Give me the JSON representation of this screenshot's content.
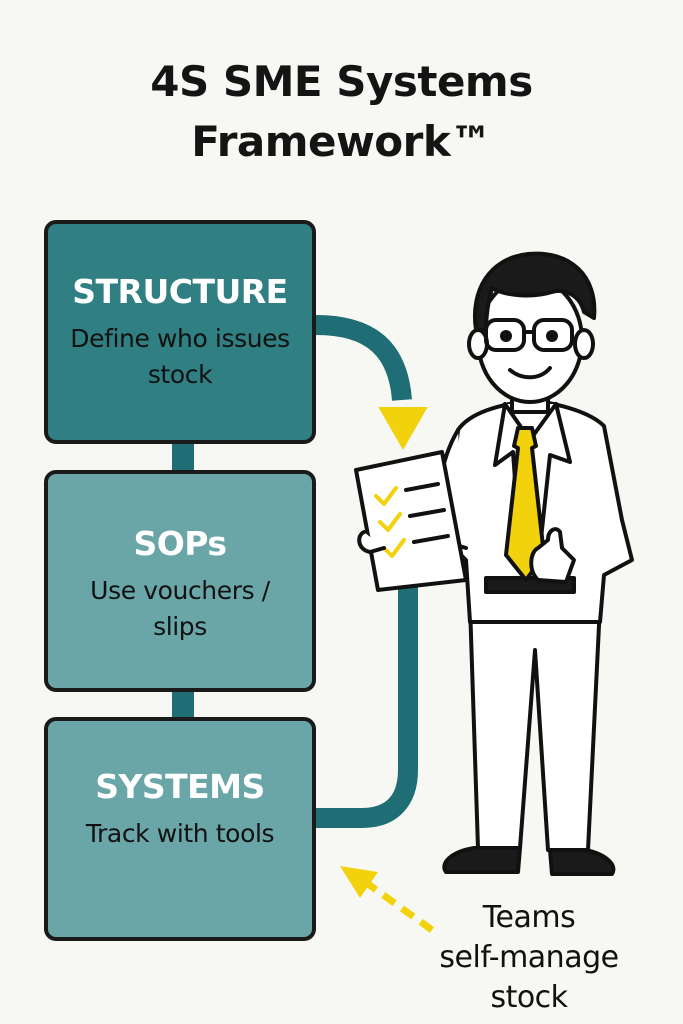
{
  "title": {
    "line1": "4S SME Systems",
    "line2": "Framework™"
  },
  "steps": [
    {
      "heading": "STRUCTURE",
      "description": "Define who issues stock"
    },
    {
      "heading": "SOPs",
      "description": "Use vouchers / slips"
    },
    {
      "heading": "SYSTEMS",
      "description": "Track with tools"
    }
  ],
  "note": {
    "line1": "Teams",
    "line2": "self-manage",
    "line3": "stock"
  },
  "colors": {
    "background": "#f7f8f3",
    "structure_box": "#2f7f83",
    "step_box": "#6aa6a8",
    "connector": "#1f6e76",
    "accent_yellow": "#f2d20c"
  },
  "icons": {
    "flow_arrow": "down-arrow-yellow",
    "feedback_arrow": "dashed-arrow-yellow",
    "character": "consultant-with-checklist"
  }
}
